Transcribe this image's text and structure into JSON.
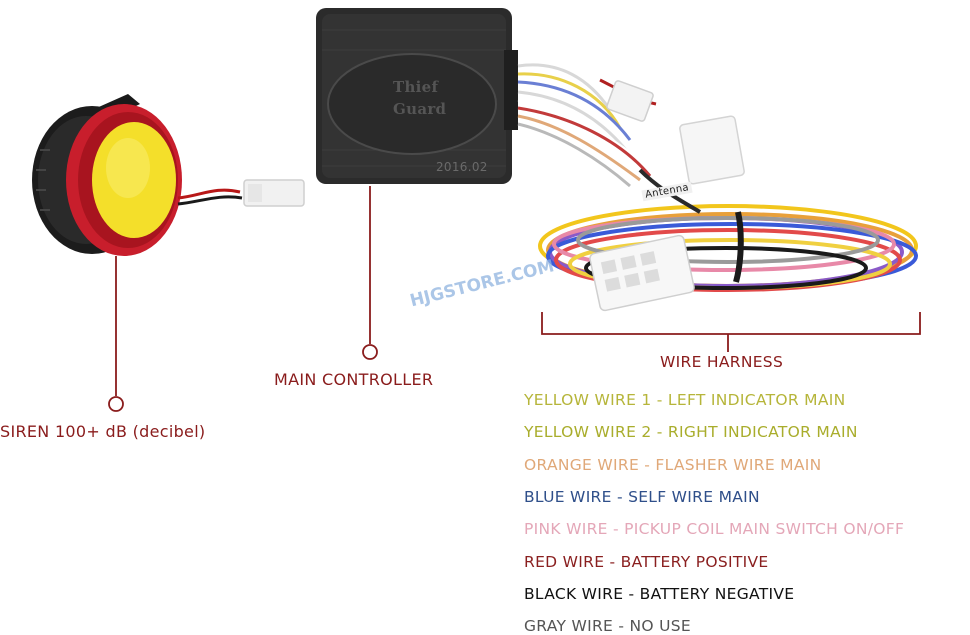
{
  "callouts": {
    "siren": "SIREN 100+ dB (decibel)",
    "controller": "MAIN CONTROLLER",
    "harness": "WIRE HARNESS"
  },
  "controller_branding": {
    "line1": "Thief",
    "line2": "Guard",
    "year": "2016.02",
    "antenna_tag": "Antenna"
  },
  "watermark": "HJGSTORE.COM",
  "legend": [
    {
      "text": "YELLOW WIRE 1  - LEFT INDICATOR MAIN",
      "color": "#b6b53a"
    },
    {
      "text": "YELLOW WIRE 2  - RIGHT INDICATOR MAIN",
      "color": "#a9ad2c"
    },
    {
      "text": "ORANGE WIRE   - FLASHER WIRE MAIN",
      "color": "#e0a878"
    },
    {
      "text": "BLUE WIRE   - SELF WIRE MAIN",
      "color": "#2f4f8a"
    },
    {
      "text": "PINK WIRE   - PICKUP COIL MAIN SWITCH ON/OFF",
      "color": "#e4a7b8"
    },
    {
      "text": "RED WIRE   - BATTERY POSITIVE",
      "color": "#8a1f1f"
    },
    {
      "text": "BLACK WIRE   - BATTERY NEGATIVE",
      "color": "#111111"
    },
    {
      "text": "GRAY WIRE   - NO USE",
      "color": "#555555"
    }
  ],
  "colors": {
    "leader": "#8a1c1c",
    "siren_red": "#c81e2c",
    "siren_yellow": "#f4df2a",
    "controller_body": "#2b2b2b"
  }
}
